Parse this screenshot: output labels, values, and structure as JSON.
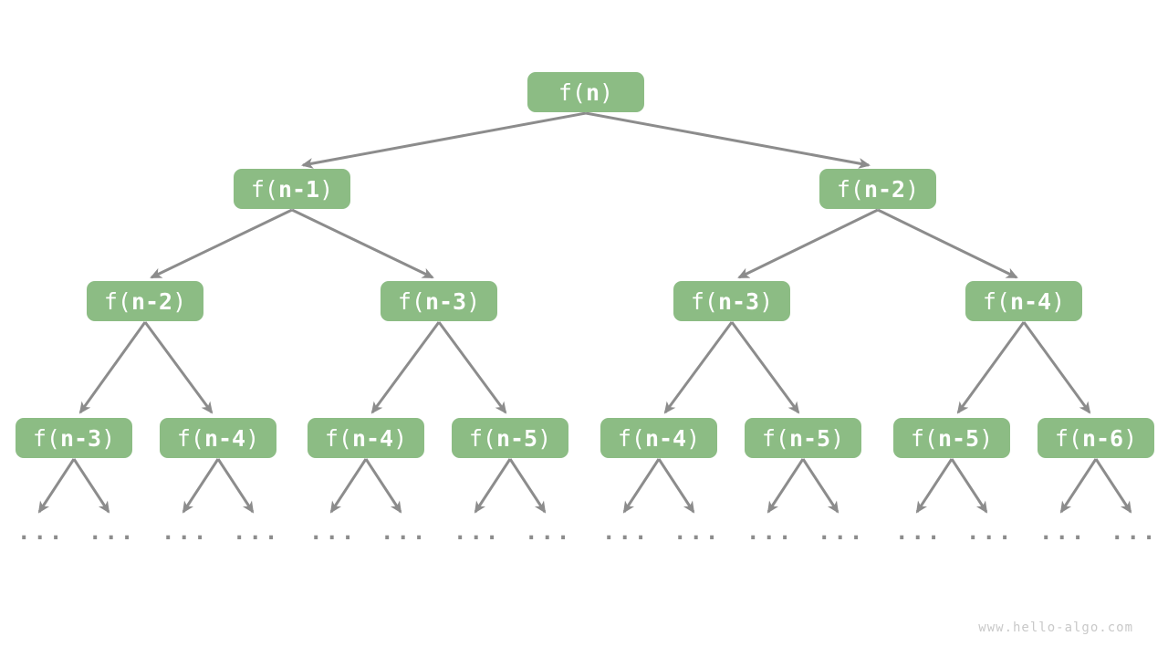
{
  "nodes": [
    {
      "id": "l1-0",
      "pre": "f(",
      "var": "n",
      "post": ")"
    },
    {
      "id": "l2-0",
      "pre": "f(",
      "var": "n-1",
      "post": ")"
    },
    {
      "id": "l2-1",
      "pre": "f(",
      "var": "n-2",
      "post": ")"
    },
    {
      "id": "l3-0",
      "pre": "f(",
      "var": "n-2",
      "post": ")"
    },
    {
      "id": "l3-1",
      "pre": "f(",
      "var": "n-3",
      "post": ")"
    },
    {
      "id": "l3-2",
      "pre": "f(",
      "var": "n-3",
      "post": ")"
    },
    {
      "id": "l3-3",
      "pre": "f(",
      "var": "n-4",
      "post": ")"
    },
    {
      "id": "l4-0",
      "pre": "f(",
      "var": "n-3",
      "post": ")"
    },
    {
      "id": "l4-1",
      "pre": "f(",
      "var": "n-4",
      "post": ")"
    },
    {
      "id": "l4-2",
      "pre": "f(",
      "var": "n-4",
      "post": ")"
    },
    {
      "id": "l4-3",
      "pre": "f(",
      "var": "n-5",
      "post": ")"
    },
    {
      "id": "l4-4",
      "pre": "f(",
      "var": "n-4",
      "post": ")"
    },
    {
      "id": "l4-5",
      "pre": "f(",
      "var": "n-5",
      "post": ")"
    },
    {
      "id": "l4-6",
      "pre": "f(",
      "var": "n-5",
      "post": ")"
    },
    {
      "id": "l4-7",
      "pre": "f(",
      "var": "n-6",
      "post": ")"
    }
  ],
  "ellipsis": "...",
  "watermark": "www.hello-algo.com",
  "colors": {
    "node_green": "#8cbc84",
    "edge_gray": "#8c8c8c",
    "node_text": "#ffffff",
    "watermark_gray": "#c9c9c9"
  }
}
